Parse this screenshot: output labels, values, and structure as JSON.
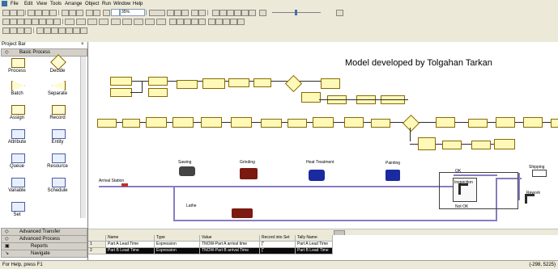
{
  "menu": [
    "File",
    "Edit",
    "View",
    "Tools",
    "Arrange",
    "Object",
    "Run",
    "Window",
    "Help"
  ],
  "toolbar": {
    "zoom": "35%"
  },
  "project_bar": {
    "title": "Project Bar",
    "basic_process": "Basic Process",
    "modules": [
      {
        "left": "Process",
        "right": "Decide"
      },
      {
        "left": "Batch",
        "right": "Separate"
      },
      {
        "left": "Assign",
        "right": "Record"
      },
      {
        "left": "Attribute",
        "right": "Entity"
      },
      {
        "left": "Queue",
        "right": "Resource"
      },
      {
        "left": "Variable",
        "right": "Schedule"
      },
      {
        "left": "Set",
        "right": ""
      }
    ],
    "sections": [
      "Advanced Transfer",
      "Advanced Process",
      "Reports",
      "Navigate"
    ]
  },
  "canvas": {
    "model_title": "Model developed by Tolgahan Tarkan",
    "stations": {
      "arrival": "Arrival Station",
      "sawing": "Sawing",
      "grinding": "Grinding",
      "heat_treatment": "Heat Treatment",
      "painting": "Painting",
      "lathe": "Lathe",
      "inspection": "Inspection",
      "shipping": "Shipping",
      "rework": "Rework",
      "ok": "OK",
      "not_ok": "Not OK"
    }
  },
  "table": {
    "headers": [
      "Name",
      "Type",
      "Value",
      "Record into Set",
      "Tally Name"
    ],
    "rows": [
      {
        "num": "1",
        "name": "Part A Lead Time",
        "type": "Expression",
        "value": "TNOW-Part A arrival time",
        "record": "[\"",
        "tally": "Part A Lead Time"
      },
      {
        "num": "2",
        "name": "Part B Lead Time",
        "type": "Expression",
        "value": "TNOW-Part B arrival Time",
        "record": "[\"",
        "tally": "Part B Lead Time"
      }
    ]
  },
  "status": {
    "help": "For Help, press F1",
    "coords": "(-298, 5225)"
  }
}
